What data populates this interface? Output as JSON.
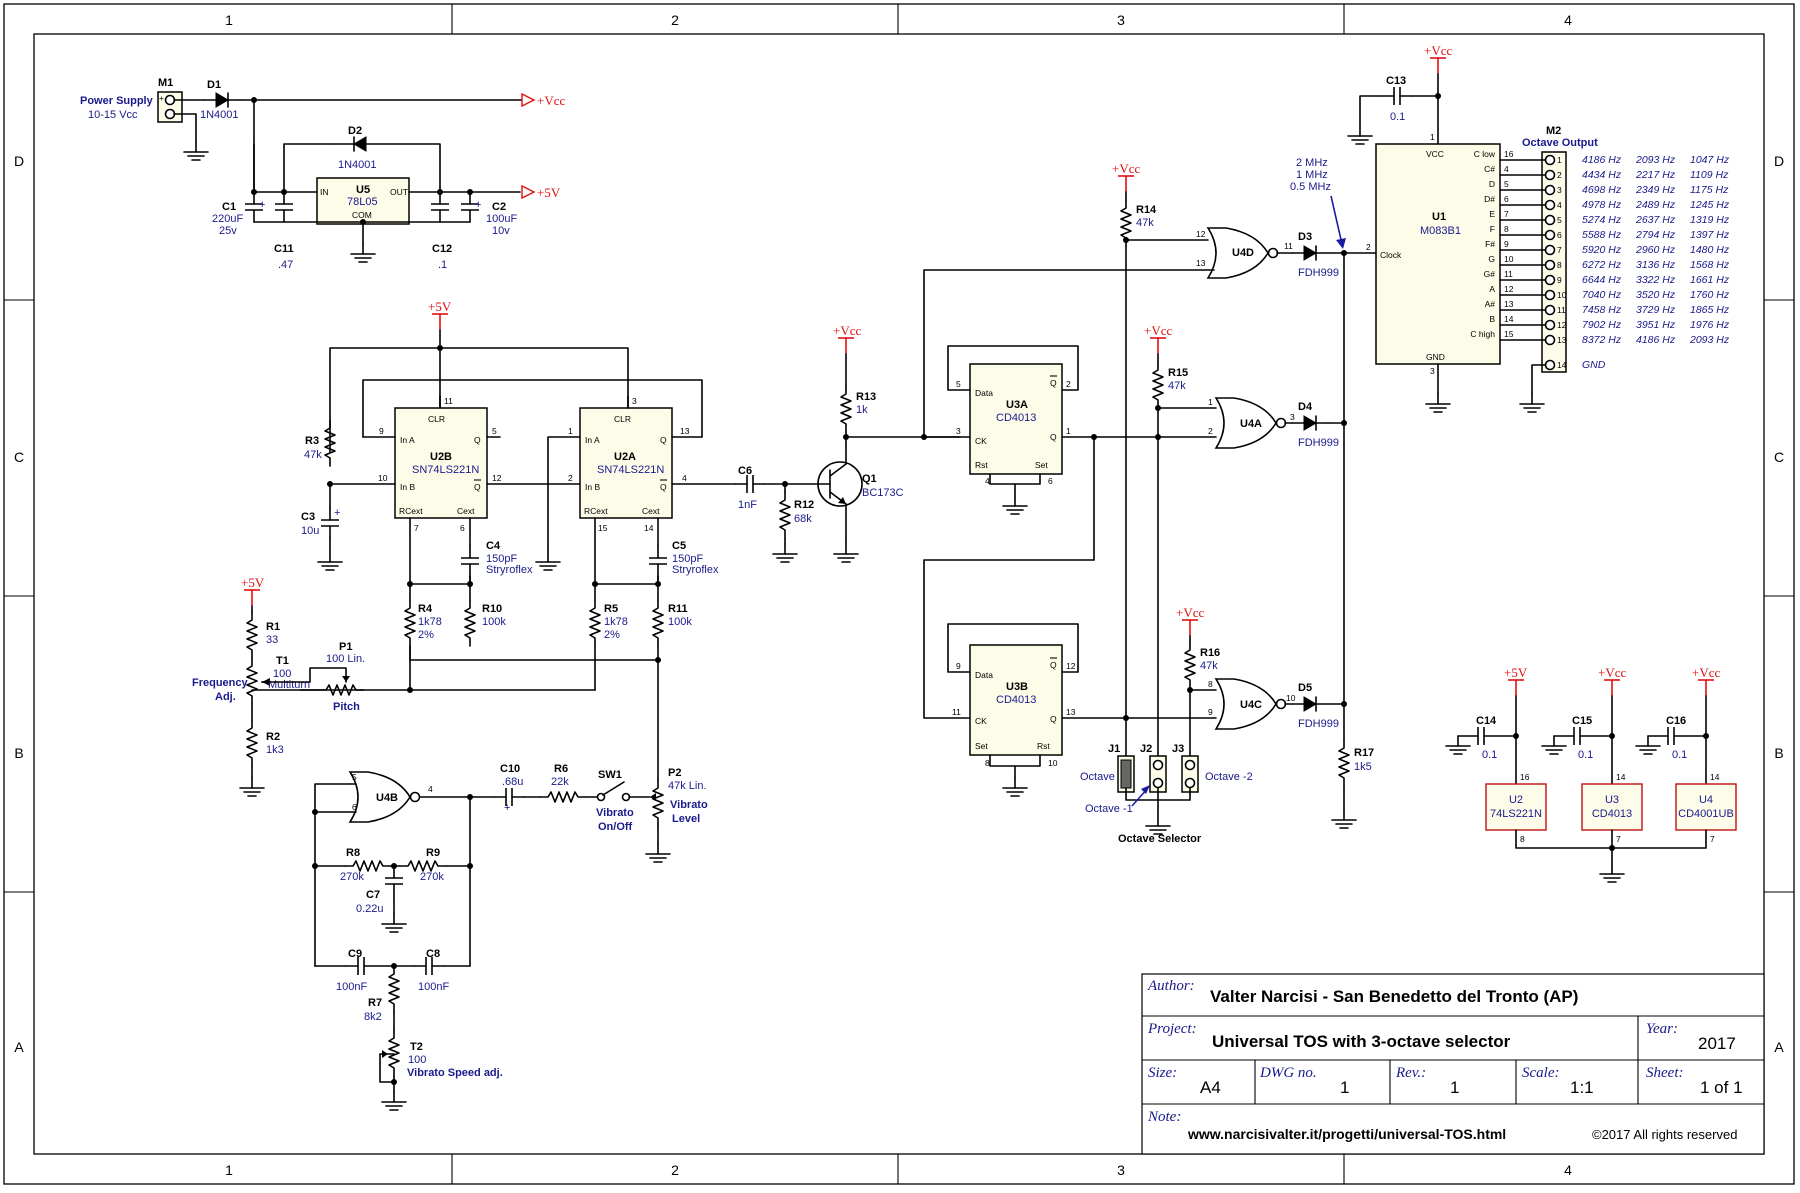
{
  "border": {
    "cols": [
      "1",
      "2",
      "3",
      "4"
    ],
    "rows": [
      "D",
      "C",
      "B",
      "A"
    ]
  },
  "power": {
    "m1_ref": "M1",
    "m1_label": "Power Supply",
    "m1_range": "10-15 Vcc",
    "m1_plus": "+",
    "d1_ref": "D1",
    "d1_val": "1N4001",
    "d2_ref": "D2",
    "d2_val": "1N4001",
    "u5_ref": "U5",
    "u5_val": "78L05",
    "u5_in": "IN",
    "u5_out": "OUT",
    "u5_com": "COM",
    "c1_ref": "C1",
    "c1_val": "220uF",
    "c1_v": "25v",
    "c11_ref": "C11",
    "c11_val": ".47",
    "c12_ref": "C12",
    "c12_val": ".1",
    "c2_ref": "C2",
    "c2_val": "100uF",
    "c2_v": "10v",
    "vcc_out": "+Vcc",
    "v5_out": "+5V"
  },
  "osc": {
    "v5": "+5V",
    "r3_ref": "R3",
    "r3_val": "47k",
    "c3_ref": "C3",
    "c3_val": "10u",
    "u2b_ref": "U2B",
    "u2b_val": "SN74LS221N",
    "u2a_ref": "U2A",
    "u2a_val": "SN74LS221N",
    "clr": "CLR",
    "ina": "In A",
    "inb": "In B",
    "rcext": "RCext",
    "cext": "Cext",
    "q": "Q",
    "c4_ref": "C4",
    "c4_val": "150pF",
    "c4_note": "Stryroflex",
    "c5_ref": "C5",
    "c5_val": "150pF",
    "c5_note": "Stryroflex",
    "r4_ref": "R4",
    "r4_val": "1k78",
    "r4_tol": "2%",
    "r10_ref": "R10",
    "r10_val": "100k",
    "r5_ref": "R5",
    "r5_val": "1k78",
    "r5_tol": "2%",
    "r11_ref": "R11",
    "r11_val": "100k",
    "r1_ref": "R1",
    "r1_val": "33",
    "t1_ref": "T1",
    "t1_val": "100",
    "t1_note": "Multiturn",
    "p1_ref": "P1",
    "p1_val": "100 Lin.",
    "p1_label": "Pitch",
    "freq_label_1": "Frequency",
    "freq_label_2": "Adj.",
    "r2_ref": "R2",
    "r2_val": "1k3"
  },
  "amp": {
    "c6_ref": "C6",
    "c6_val": "1nF",
    "r12_ref": "R12",
    "r12_val": "68k",
    "q1_ref": "Q1",
    "q1_val": "BC173C",
    "r13_ref": "R13",
    "r13_val": "1k",
    "vcc": "+Vcc"
  },
  "vibrato": {
    "u4b_ref": "U4B",
    "c10_ref": "C10",
    "c10_val": ".68u",
    "r6_ref": "R6",
    "r6_val": "22k",
    "sw1_ref": "SW1",
    "sw1_label_1": "Vibrato",
    "sw1_label_2": "On/Off",
    "p2_ref": "P2",
    "p2_val": "47k Lin.",
    "p2_label_1": "Vibrato",
    "p2_label_2": "Level",
    "r8_ref": "R8",
    "r8_val": "270k",
    "r9_ref": "R9",
    "r9_val": "270k",
    "c7_ref": "C7",
    "c7_val": "0.22u",
    "c9_ref": "C9",
    "c9_val": "100nF",
    "c8_ref": "C8",
    "c8_val": "100nF",
    "r7_ref": "R7",
    "r7_val": "8k2",
    "t2_ref": "T2",
    "t2_val": "100",
    "t2_label": "Vibrato Speed adj."
  },
  "divider": {
    "vcc": "+Vcc",
    "r14_ref": "R14",
    "r14_val": "47k",
    "r15_ref": "R15",
    "r15_val": "47k",
    "r16_ref": "R16",
    "r16_val": "47k",
    "r17_ref": "R17",
    "r17_val": "1k5",
    "u3a_ref": "U3A",
    "u3a_val": "CD4013",
    "u3b_ref": "U3B",
    "u3b_val": "CD4013",
    "data": "Data",
    "ck": "CK",
    "rst": "Rst",
    "set": "Set",
    "q": "Q",
    "u4d_ref": "U4D",
    "u4a_ref": "U4A",
    "u4c_ref": "U4C",
    "d3_ref": "D3",
    "d3_val": "FDH999",
    "d4_ref": "D4",
    "d4_val": "FDH999",
    "d5_ref": "D5",
    "d5_val": "FDH999",
    "j1": "J1",
    "j2": "J2",
    "j3": "J3",
    "oct_1": "Octave",
    "oct_m1": "Octave -1",
    "oct_m2": "Octave -2",
    "oct_sel": "Octave Selector",
    "note_2m": "2 MHz",
    "note_1m": "1 MHz",
    "note_05m": "0.5 MHz"
  },
  "tos": {
    "vcc": "+Vcc",
    "c13_ref": "C13",
    "c13_val": "0.1",
    "u1_ref": "U1",
    "u1_val": "M083B1",
    "u1_vcc": "VCC",
    "u1_gnd": "GND",
    "u1_clock": "Clock",
    "m2_ref": "M2",
    "m2_label": "Octave Output",
    "gnd_label": "GND",
    "outputs": [
      {
        "name": "C low",
        "pin": "16",
        "con": "1",
        "f1": "4186 Hz",
        "f2": "2093 Hz",
        "f3": "1047 Hz"
      },
      {
        "name": "C#",
        "pin": "4",
        "con": "2",
        "f1": "4434 Hz",
        "f2": "2217 Hz",
        "f3": "1109 Hz"
      },
      {
        "name": "D",
        "pin": "5",
        "con": "3",
        "f1": "4698 Hz",
        "f2": "2349 Hz",
        "f3": "1175 Hz"
      },
      {
        "name": "D#",
        "pin": "6",
        "con": "4",
        "f1": "4978 Hz",
        "f2": "2489 Hz",
        "f3": "1245 Hz"
      },
      {
        "name": "E",
        "pin": "7",
        "con": "5",
        "f1": "5274 Hz",
        "f2": "2637 Hz",
        "f3": "1319 Hz"
      },
      {
        "name": "F",
        "pin": "8",
        "con": "6",
        "f1": "5588 Hz",
        "f2": "2794 Hz",
        "f3": "1397 Hz"
      },
      {
        "name": "F#",
        "pin": "9",
        "con": "7",
        "f1": "5920 Hz",
        "f2": "2960 Hz",
        "f3": "1480 Hz"
      },
      {
        "name": "G",
        "pin": "10",
        "con": "8",
        "f1": "6272 Hz",
        "f2": "3136 Hz",
        "f3": "1568 Hz"
      },
      {
        "name": "G#",
        "pin": "11",
        "con": "9",
        "f1": "6644 Hz",
        "f2": "3322 Hz",
        "f3": "1661 Hz"
      },
      {
        "name": "A",
        "pin": "12",
        "con": "10",
        "f1": "7040 Hz",
        "f2": "3520 Hz",
        "f3": "1760 Hz"
      },
      {
        "name": "A#",
        "pin": "13",
        "con": "11",
        "f1": "7458 Hz",
        "f2": "3729 Hz",
        "f3": "1865 Hz"
      },
      {
        "name": "B",
        "pin": "14",
        "con": "12",
        "f1": "7902 Hz",
        "f2": "3951 Hz",
        "f3": "1976 Hz"
      },
      {
        "name": "C high",
        "pin": "15",
        "con": "13",
        "f1": "8372 Hz",
        "f2": "4186 Hz",
        "f3": "2093 Hz"
      }
    ],
    "gnd_con": "14"
  },
  "decoupling": {
    "c14_ref": "C14",
    "c14_val": "0.1",
    "c14_rail": "+5V",
    "c15_ref": "C15",
    "c15_val": "0.1",
    "c15_rail": "+Vcc",
    "c16_ref": "C16",
    "c16_val": "0.1",
    "c16_rail": "+Vcc",
    "u2_ref": "U2",
    "u2_val": "74LS221N",
    "u3_ref": "U3",
    "u3_val": "CD4013",
    "u4_ref": "U4",
    "u4_val": "CD4001UB"
  },
  "titleblock": {
    "author_h": "Author:",
    "author": "Valter Narcisi - San Benedetto del Tronto (AP)",
    "project_h": "Project:",
    "project": "Universal TOS with 3-octave selector",
    "year_h": "Year:",
    "year": "2017",
    "size_h": "Size:",
    "size": "A4",
    "dwg_h": "DWG no.",
    "dwg": "1",
    "rev_h": "Rev.:",
    "rev": "1",
    "scale_h": "Scale:",
    "scale": "1:1",
    "sheet_h": "Sheet:",
    "sheet": "1 of 1",
    "note_h": "Note:",
    "note_url": "www.narcisivalter.it/progetti/universal-TOS.html",
    "note_copy": "©2017 All rights reserved"
  }
}
